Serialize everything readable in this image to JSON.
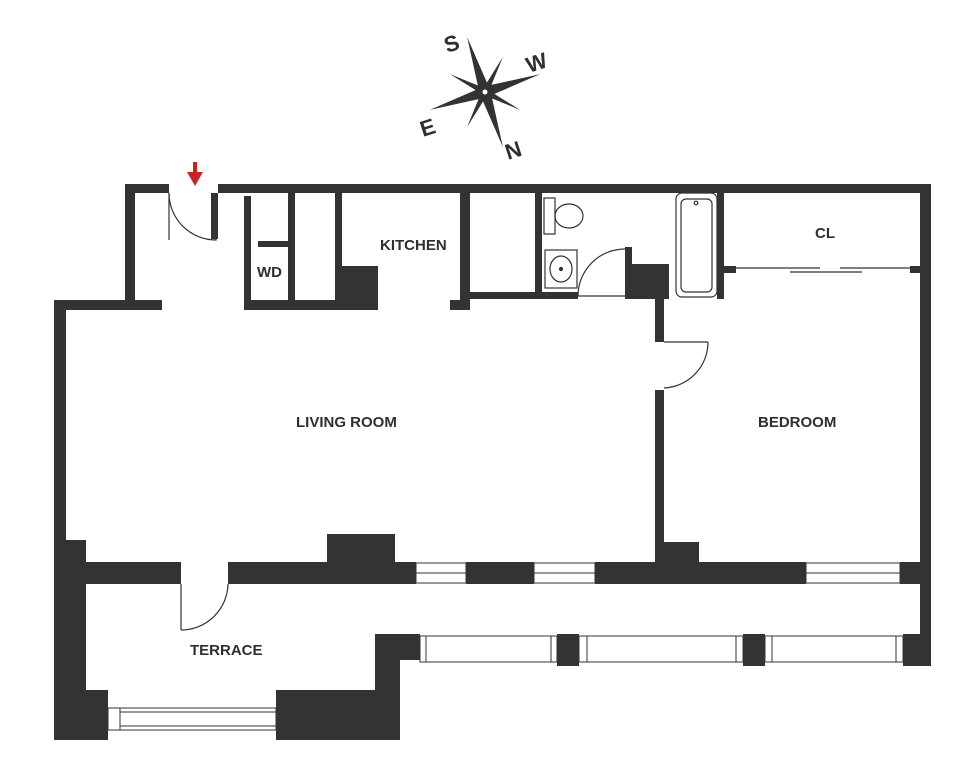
{
  "rooms": {
    "kitchen": "KITCHEN",
    "wd": "WD",
    "closet": "CL",
    "living_room": "LIVING ROOM",
    "bedroom": "BEDROOM",
    "terrace": "TERRACE"
  },
  "compass": {
    "south": "S",
    "west": "W",
    "east": "E",
    "north": "N"
  },
  "colors": {
    "wall": "#333333",
    "entry_arrow": "#cc2222",
    "background": "#ffffff"
  }
}
